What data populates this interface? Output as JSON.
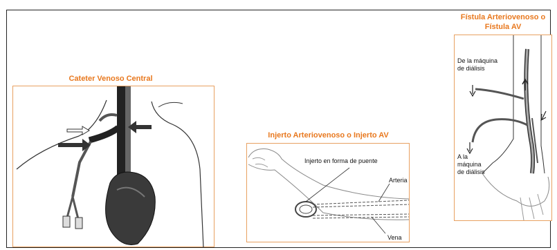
{
  "panels": {
    "cvc": {
      "title": "Cateter Venoso Central"
    },
    "graft": {
      "title": "Injerto Arteriovenoso o Injerto AV",
      "labels": {
        "graft": "Injerto en forma de puente",
        "artery": "Arteria",
        "vein": "Vena"
      }
    },
    "fistula": {
      "title_line1": "Fístula Arteriovenoso o",
      "title_line2": "Fístula AV",
      "labels": {
        "from_machine_1": "De la máquina",
        "from_machine_2": "de diálisis",
        "to_machine_1": "A la",
        "to_machine_2": "máquina",
        "to_machine_3": "de diálisis"
      }
    }
  }
}
